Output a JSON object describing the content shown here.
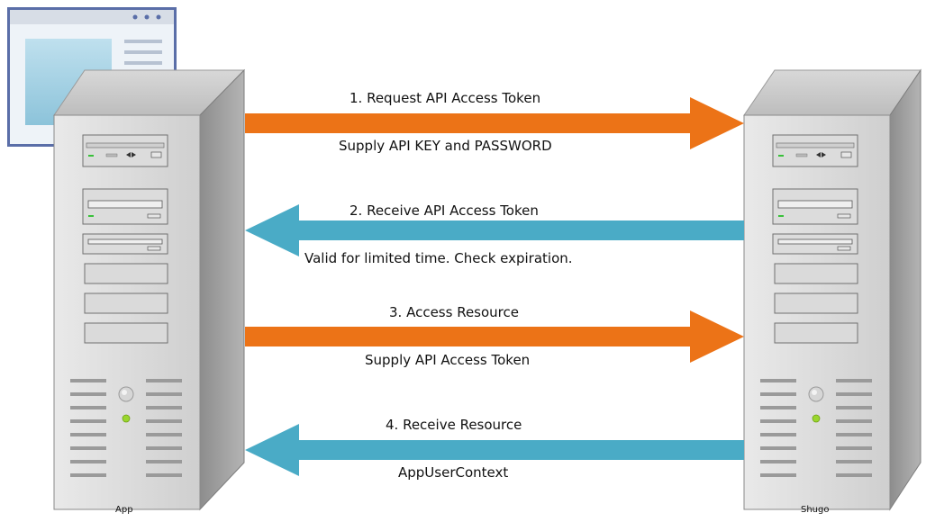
{
  "window_icon": {
    "name": "browser-window-icon",
    "frame_color": "#5a6ea8",
    "pane_color": "#cfe8f3"
  },
  "servers": {
    "left": {
      "caption": "App"
    },
    "right": {
      "caption": "Shugo"
    }
  },
  "flows": [
    {
      "direction": "right",
      "color": "#ec7317",
      "label": "1. Request API Access Token",
      "note": "Supply API KEY and PASSWORD"
    },
    {
      "direction": "left",
      "color": "#4aabc6",
      "label": "2. Receive API Access Token",
      "note": "Valid for limited time. Check expiration."
    },
    {
      "direction": "right",
      "color": "#ec7317",
      "label": "3. Access Resource",
      "note": "Supply API Access Token"
    },
    {
      "direction": "left",
      "color": "#4aabc6",
      "label": "4. Receive Resource",
      "note": "AppUserContext"
    }
  ]
}
